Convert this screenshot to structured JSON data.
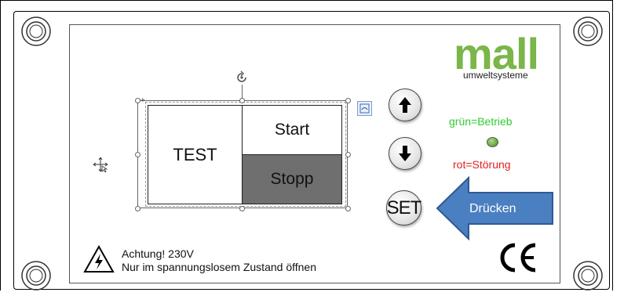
{
  "brand": {
    "name": "mall",
    "subtitle": "umweltsysteme"
  },
  "display": {
    "left_label": "TEST",
    "start_label": "Start",
    "stopp_label": "Stopp"
  },
  "buttons": {
    "set_label": "SET"
  },
  "legend": {
    "green_label": "grün=Betrieb",
    "red_label": "rot=Störung"
  },
  "callout": {
    "label": "Drücken"
  },
  "warning": {
    "line1": "Achtung! 230V",
    "line2": "Nur im spannungslosem Zustand öffnen"
  },
  "colors": {
    "brand_green": "#7ab648",
    "led_green": "#6ea84a",
    "status_green": "#31cc31",
    "status_red": "#e21f1f",
    "arrow_blue": "#4a7fc1",
    "stopp_gray": "#6f6f6f"
  },
  "icons": [
    "rotate-handle-icon",
    "layout-options-icon",
    "move-cursor-icon",
    "arrow-up-icon",
    "arrow-down-icon",
    "high-voltage-warning-icon",
    "ce-mark-icon",
    "screw-icon"
  ]
}
